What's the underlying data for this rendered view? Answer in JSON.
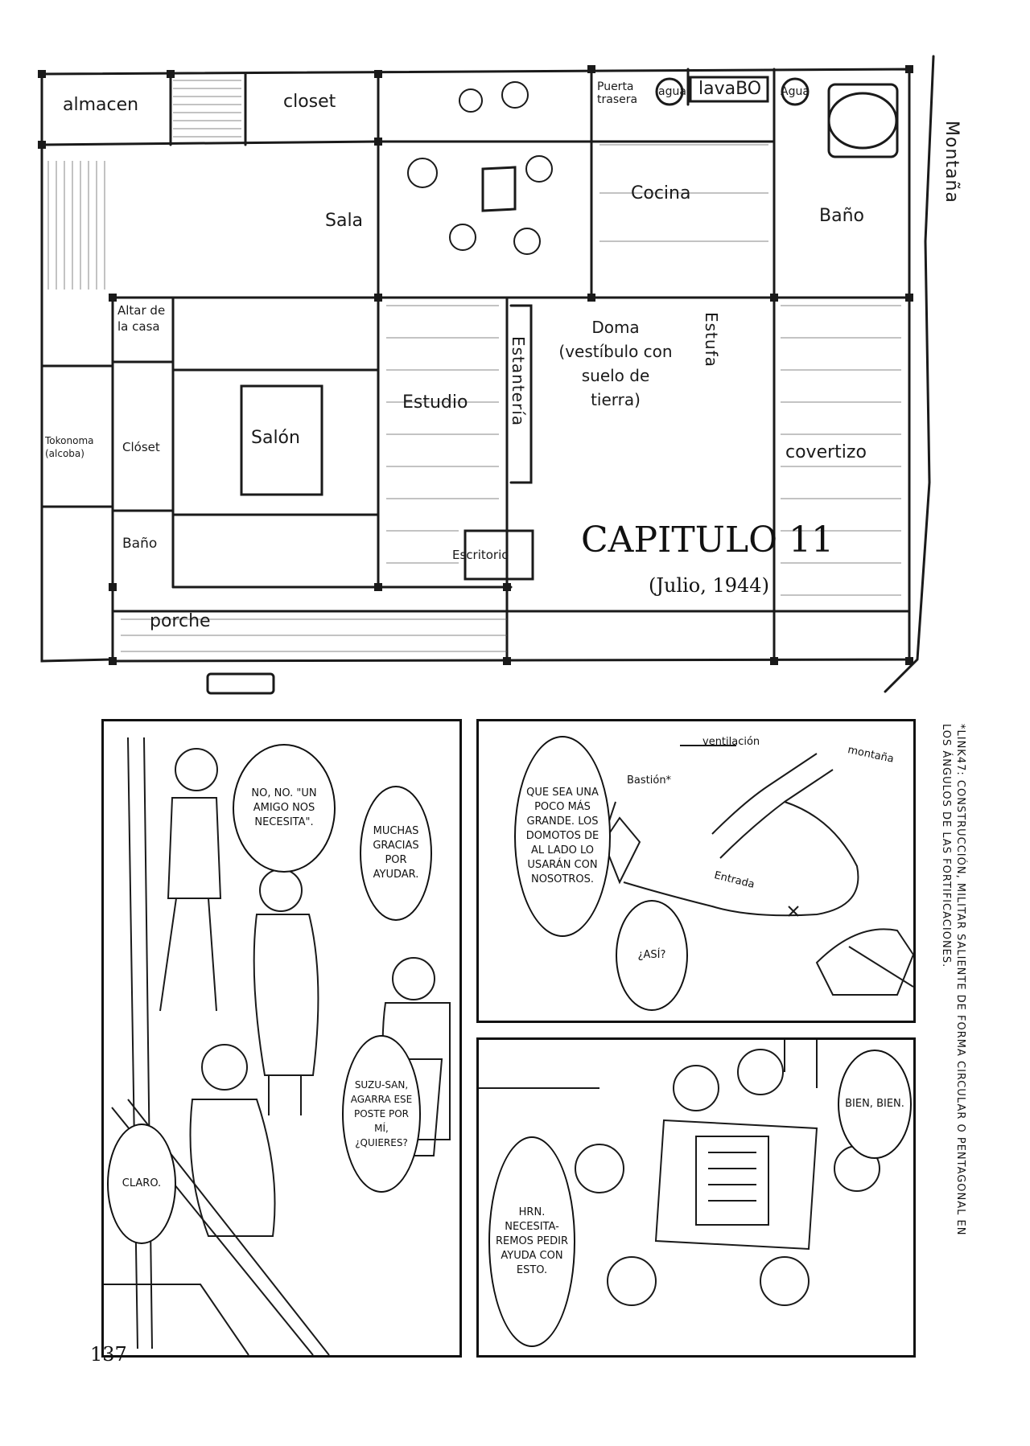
{
  "floor_plan": {
    "rooms": {
      "almacen": "almacen",
      "closet_top": "closet",
      "sala": "Sala",
      "puerta_trasera": "Puerta trasera",
      "agua_left": "agua",
      "lavabo": "lavaBO",
      "agua_right": "Agua",
      "cocina": "Cocina",
      "bano_right": "Baño",
      "montana": "Montaña",
      "altar": "Altar de la casa",
      "tokonoma": "Tokonoma (alcoba)",
      "closet_left": "Clóset",
      "salon": "Salón",
      "estudio": "Estudio",
      "estanteria": "Estantería",
      "doma": "Doma (vestíbulo con suelo de tierra)",
      "estufa": "Estufa",
      "covertizo": "covertizo",
      "bano_left": "Baño",
      "escritorio": "Escritorio",
      "porche": "porche"
    },
    "chapter_title": "CAPITULO 11",
    "chapter_subtitle": "(Julio, 1944)"
  },
  "panel_left": {
    "bubble_1": "NO, NO. \"UN AMIGO NOS NECESITA\".",
    "bubble_2": "MUCHAS GRACIAS POR AYUDAR.",
    "bubble_3": "SUZU-SAN, AGARRA ESE POSTE POR MÍ, ¿QUIERES?",
    "bubble_4": "CLARO."
  },
  "panel_top_right": {
    "bubble_1": "QUE SEA UNA POCO MÁS GRANDE. LOS DOMOTOS DE AL LADO LO USARÁN CON NOSOTROS.",
    "bubble_2": "¿ASÍ?",
    "map_labels": {
      "ventilacion": "ventilación",
      "montana": "montaña",
      "bastion": "Bastión*",
      "entrada": "Entrada"
    }
  },
  "panel_bottom_right": {
    "bubble_1": "BIEN, BIEN.",
    "bubble_2": "HRN. NECESITA-REMOS PEDIR AYUDA CON ESTO."
  },
  "footnote": "*LINK47: CONSTRUCCIÓN, MILITAR SALIENTE DE FORMA CIRCULAR O PENTAGONAL EN LOS ÁNGULOS DE LAS FORTIFICACIONES.",
  "page_number": "137"
}
